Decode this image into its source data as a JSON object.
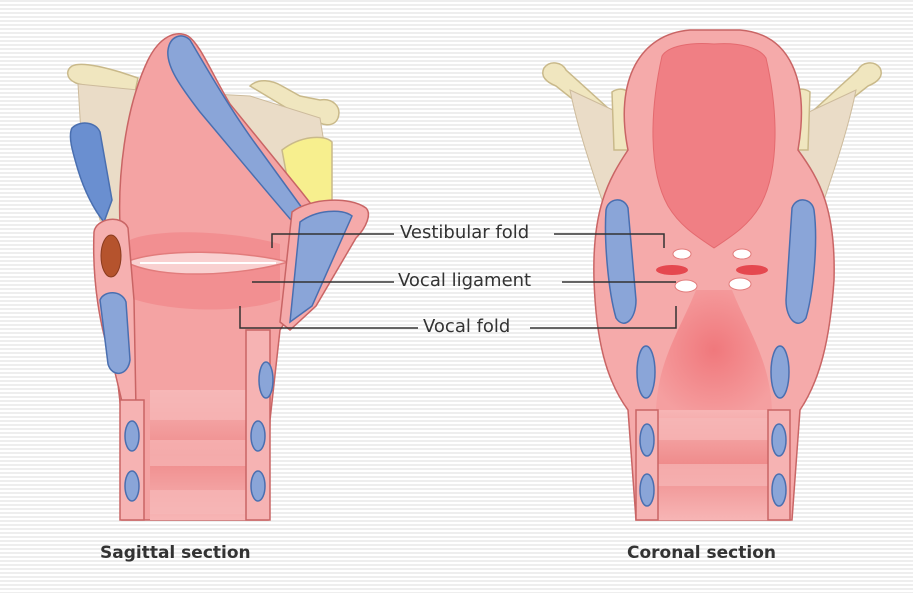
{
  "labels": {
    "vestibular_fold": "Vestibular fold",
    "vocal_ligament": "Vocal ligament",
    "vocal_fold": "Vocal fold"
  },
  "captions": {
    "sagittal": "Sagittal section",
    "coronal": "Coronal section"
  },
  "colors": {
    "background_stripe": "#f0f0f0",
    "mucosa": "#f5a0a0",
    "mucosa_dark": "#e86b6b",
    "cartilage_blue": "#8aa5d8",
    "cartilage_outline": "#c55a5a",
    "bone": "#f1e8c4",
    "hyoid": "#e9dfb0",
    "epiglottis_yellow": "#f6f09a",
    "membrane": "#eadbc4",
    "gland_brown": "#b5532d"
  }
}
